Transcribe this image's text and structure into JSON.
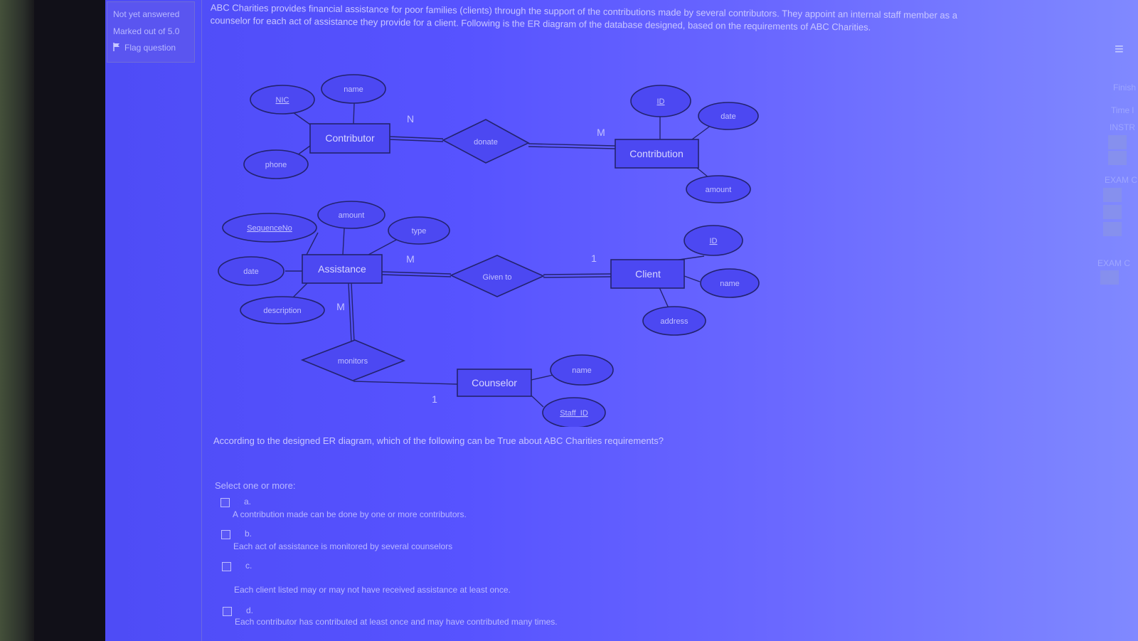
{
  "status": {
    "state": "Not yet answered",
    "marks": "Marked out of 5.0",
    "flag_label": "Flag question"
  },
  "intro_lines": [
    "ABC Charities provides financial assistance for poor families (clients) through the support of the contributions made by several contributors. They appoint an internal staff member as a",
    "counselor for each act of assistance they provide for a client. Following is the ER diagram of the database designed, based on the requirements of ABC Charities."
  ],
  "diagram": {
    "entities": {
      "contributor": "Contributor",
      "contribution": "Contribution",
      "assistance": "Assistance",
      "client": "Client",
      "counselor": "Counselor"
    },
    "relationships": {
      "donate": "donate",
      "given_to": "Given to",
      "monitors": "monitors"
    },
    "attributes": {
      "contributor_nic": "NIC",
      "contributor_name": "name",
      "contributor_phone": "phone",
      "contribution_id": "ID",
      "contribution_date": "date",
      "contribution_amount": "amount",
      "assistance_seq": "SequenceNo",
      "assistance_amount": "amount",
      "assistance_type": "type",
      "assistance_date": "date",
      "assistance_description": "description",
      "client_id": "ID",
      "client_name": "name",
      "client_address": "address",
      "counselor_name": "name",
      "counselor_staff_id": "Staff_ID"
    },
    "cardinalities": {
      "contributor_donate": "N",
      "donate_contribution": "M",
      "assistance_given": "M",
      "given_client": "1",
      "assistance_monitors": "M",
      "monitors_counselor": "1"
    }
  },
  "question": "According to the designed ER diagram, which of the following can be True about ABC Charities requirements?",
  "select_label": "Select one or more:",
  "options": [
    {
      "letter": "a.",
      "text": "A contribution made can be done by one or more contributors."
    },
    {
      "letter": "b.",
      "text": "Each act of assistance is monitored by several counselors"
    },
    {
      "letter": "c.",
      "text": "Each client listed may or may not have received assistance at least once."
    },
    {
      "letter": "d.",
      "text": "Each contributor has contributed at least once and may have contributed many times."
    }
  ],
  "right_rail": {
    "finish": "Finish",
    "time": "Time l",
    "instr": "INSTR",
    "exam1": "EXAM C",
    "exam2": "EXAM C"
  }
}
